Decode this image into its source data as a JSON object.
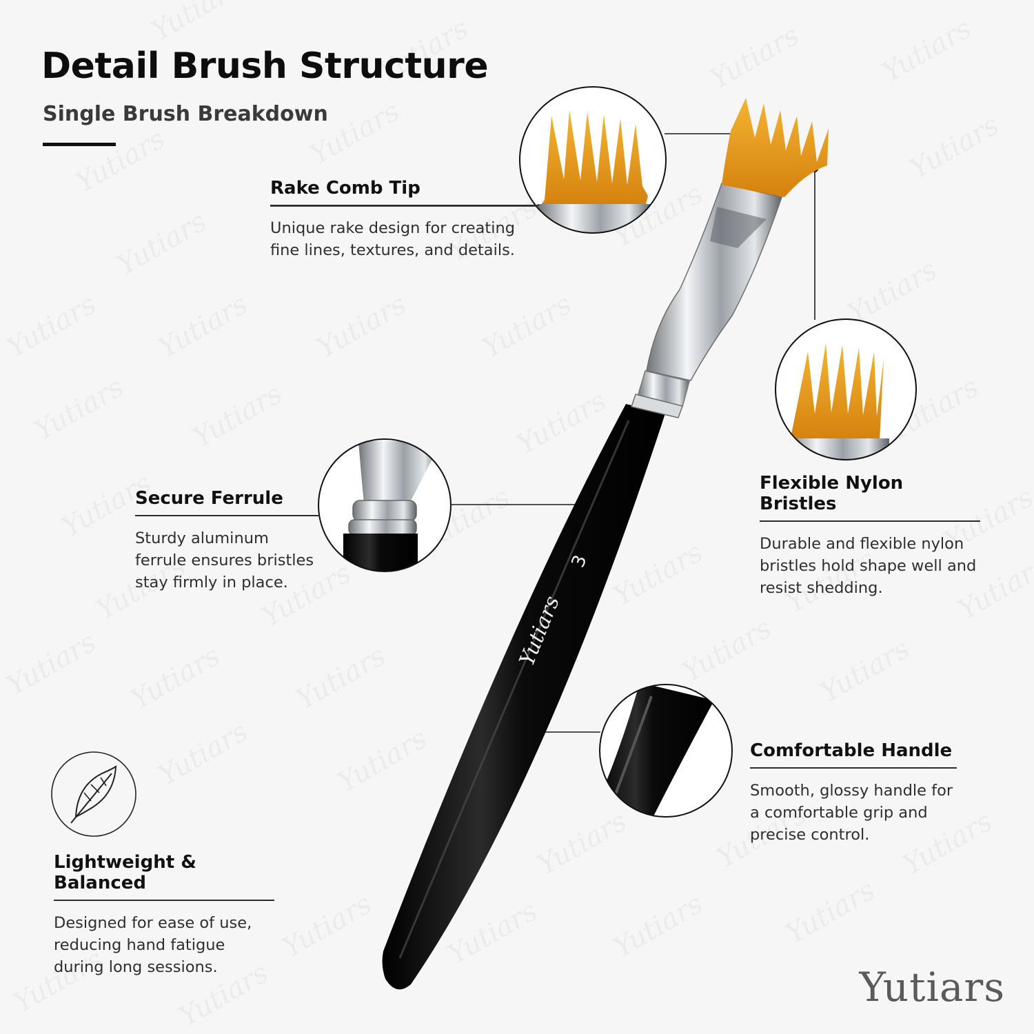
{
  "header": {
    "title": "Detail Brush Structure",
    "subtitle": "Single Brush Breakdown"
  },
  "features": {
    "rake_tip": {
      "title": "Rake Comb Tip",
      "description": "Unique rake design for creating fine lines, textures, and details."
    },
    "ferrule": {
      "title": "Secure Ferrule",
      "description": "Sturdy aluminum ferrule ensures bristles stay firmly in place."
    },
    "bristles": {
      "title": "Flexible Nylon Bristles",
      "description": "Durable and flexible nylon bristles hold shape well and resist shedding."
    },
    "handle": {
      "title": "Comfortable Handle",
      "description": "Smooth, glossy handle for a comfortable grip and precise control."
    },
    "lightweight": {
      "title": "Lightweight & Balanced",
      "description": "Designed for ease of use, reducing hand fatigue during long sessions.",
      "icon": "feather-icon"
    }
  },
  "brush": {
    "size_label": "3",
    "brand_imprint": "Yutiars",
    "colors": {
      "bristles": "#e39a1e",
      "handle": "#0d0d0d",
      "ferrule": "#c9cdd1"
    }
  },
  "watermark_text": "Yutiars",
  "brand": {
    "wordmark": "Yutiars"
  }
}
